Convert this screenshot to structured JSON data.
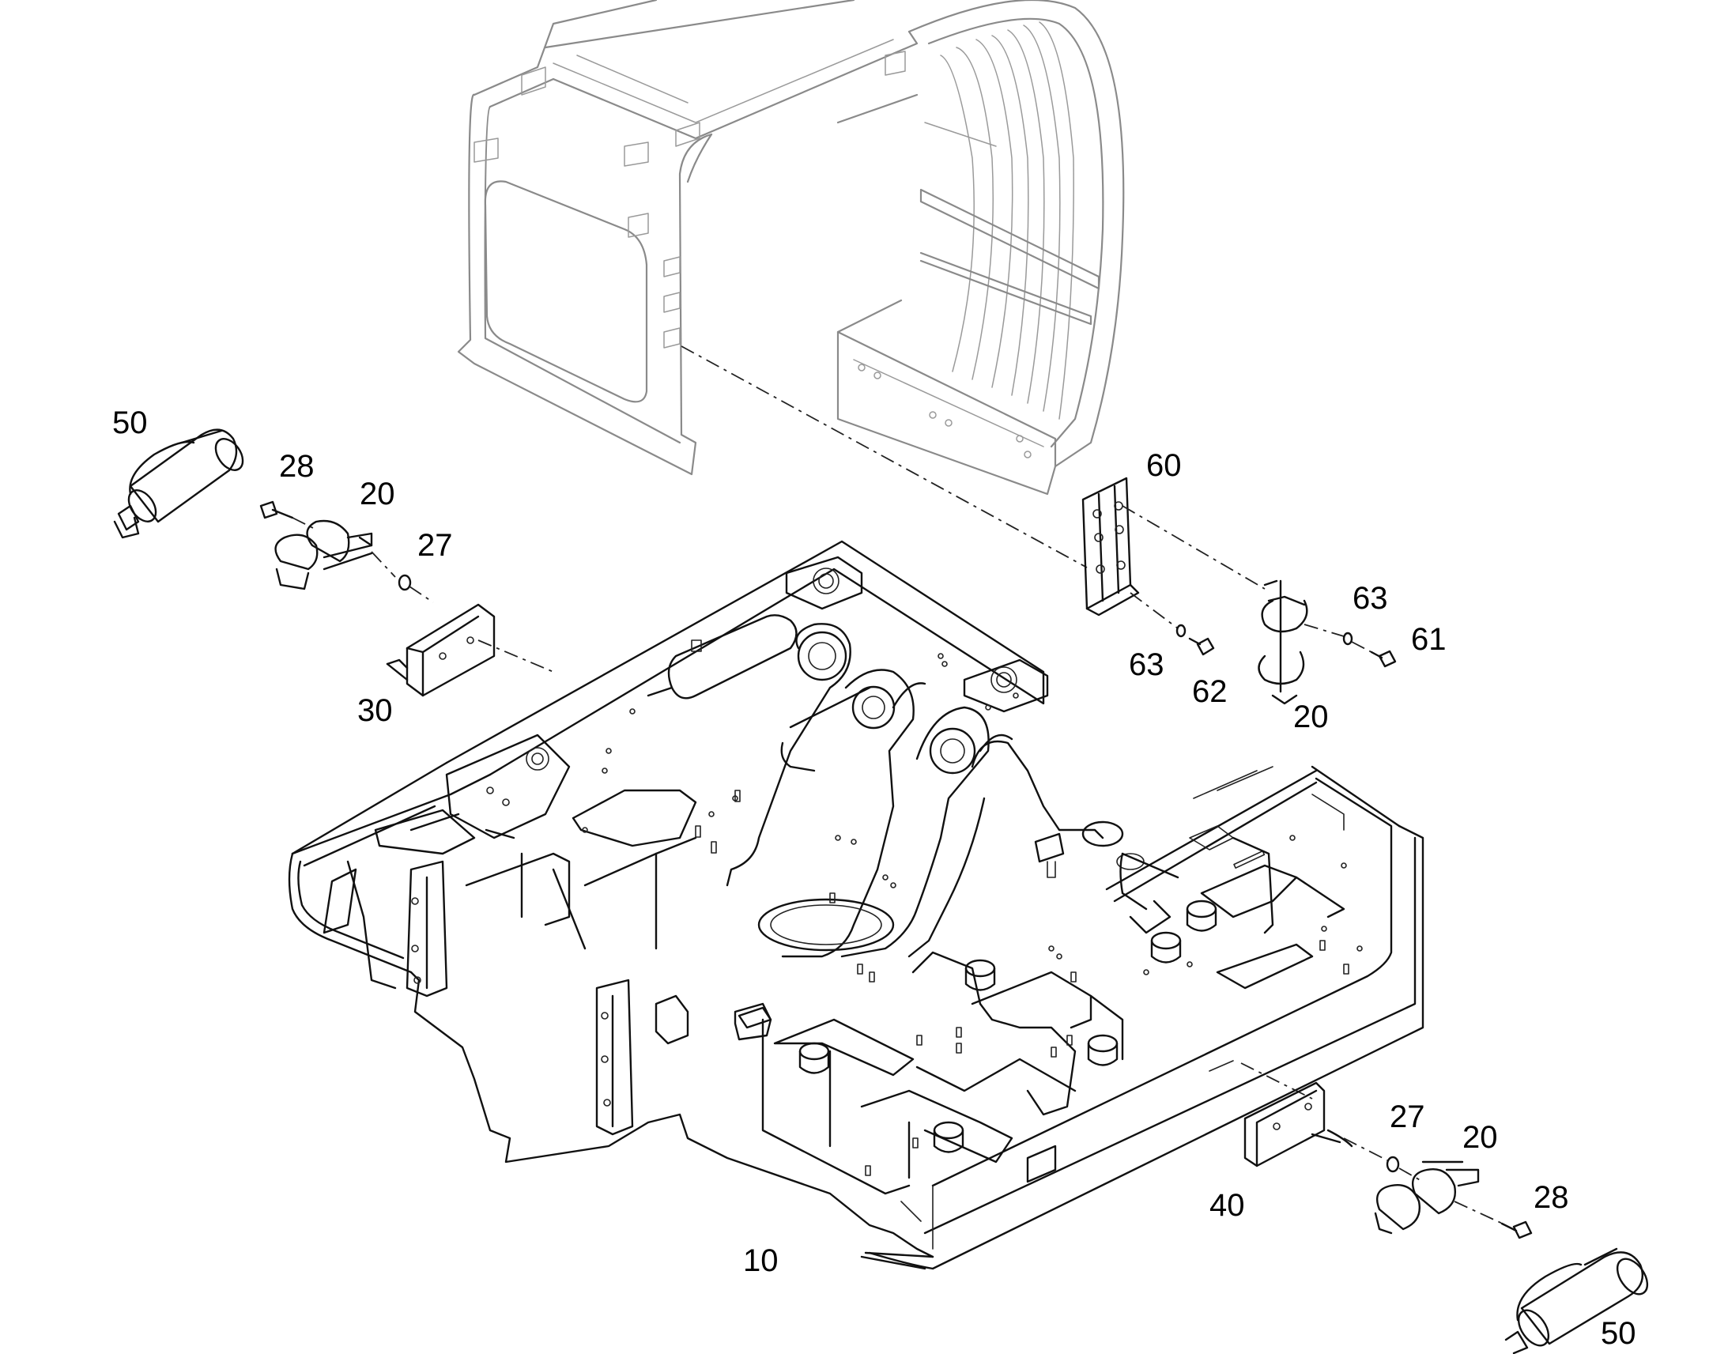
{
  "callouts": [
    {
      "id": "cab-guard-label-50-left",
      "text": "50"
    },
    {
      "id": "label-28-left",
      "text": "28"
    },
    {
      "id": "label-20-left",
      "text": "20"
    },
    {
      "id": "label-27-left",
      "text": "27"
    },
    {
      "id": "label-30",
      "text": "30"
    },
    {
      "id": "label-60",
      "text": "60"
    },
    {
      "id": "label-63-right",
      "text": "63"
    },
    {
      "id": "label-61",
      "text": "61"
    },
    {
      "id": "label-63-mid",
      "text": "63"
    },
    {
      "id": "label-62",
      "text": "62"
    },
    {
      "id": "label-20-mid",
      "text": "20"
    },
    {
      "id": "label-27-right",
      "text": "27"
    },
    {
      "id": "label-20-right",
      "text": "20"
    },
    {
      "id": "label-28-right",
      "text": "28"
    },
    {
      "id": "label-40",
      "text": "40"
    },
    {
      "id": "label-10",
      "text": "10"
    },
    {
      "id": "label-50-right",
      "text": "50"
    }
  ],
  "parts": {
    "10": "upper-frame",
    "20": "extinguisher-clamp",
    "27": "washer",
    "28": "bolt",
    "30": "bracket-left",
    "40": "bracket-right",
    "50": "fire-extinguisher",
    "60": "bracket-rear",
    "61": "bolt",
    "62": "bolt",
    "63": "washer"
  },
  "colors": {
    "line": "#111111",
    "reference_line": "#8a8a8a",
    "background": "#ffffff"
  }
}
